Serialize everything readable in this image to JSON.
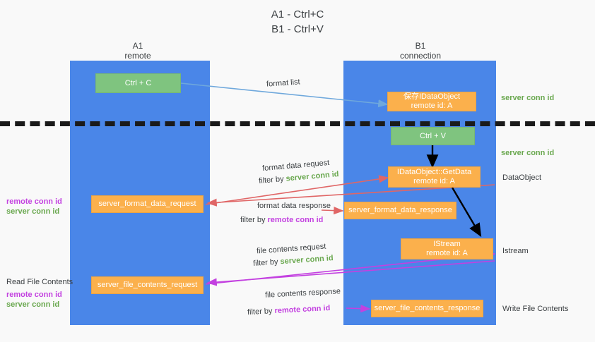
{
  "title": "A1 - Ctrl+C\nB1 - Ctrl+V",
  "lanes": [
    {
      "name": "A1",
      "sub": "remote"
    },
    {
      "name": "B1",
      "sub": "connection"
    }
  ],
  "nodes": [
    {
      "id": "ctrl-c",
      "line1": "Ctrl + C",
      "line2": "",
      "color": "#7fc47f"
    },
    {
      "id": "save-idataobject",
      "line1": "保存IDataObject",
      "line2": "remote id: A",
      "color": "#fbb04c"
    },
    {
      "id": "ctrl-v",
      "line1": "Ctrl + V",
      "line2": "",
      "color": "#7fc47f"
    },
    {
      "id": "idataobject-getdata",
      "line1": "IDataObject::GetData",
      "line2": "remote id: A",
      "color": "#fbb04c"
    },
    {
      "id": "server-format-data-request",
      "line1": "server_format_data_request",
      "line2": "",
      "color": "#fbb04c"
    },
    {
      "id": "server-format-data-response",
      "line1": "server_format_data_response",
      "line2": "",
      "color": "#fbb04c"
    },
    {
      "id": "istream",
      "line1": "IStream",
      "line2": "remote id: A",
      "color": "#fbb04c"
    },
    {
      "id": "server-file-contents-request",
      "line1": "server_file_contents_request",
      "line2": "",
      "color": "#fbb04c"
    },
    {
      "id": "server-file-contents-response",
      "line1": "server_file_contents_response",
      "line2": "",
      "color": "#fbb04c"
    }
  ],
  "edge_labels": {
    "format_list": "format list",
    "format_data_request": "format data request",
    "format_data_response": "format data response",
    "file_contents_request": "file contents request",
    "file_contents_response": "file contents response",
    "filter_by": "filter by ",
    "server_conn_id": "server conn id",
    "remote_conn_id": "remote conn id"
  },
  "side_labels": {
    "right_server_conn_id_top": "server conn id",
    "right_server_conn_id_mid": "server conn id",
    "right_dataobject": "DataObject",
    "right_istream": "Istream",
    "right_write_file_contents": "Write File Contents",
    "left_remote_conn_id_1": "remote conn id",
    "left_server_conn_id_1": "server conn id",
    "left_read_file_contents": "Read File Contents",
    "left_remote_conn_id_2": "remote conn id",
    "left_server_conn_id_2": "server conn id"
  },
  "colors": {
    "lane": "#4a86e8",
    "green_node": "#7fc47f",
    "orange_node": "#fbb04c",
    "green_text": "#6aa84f",
    "purple_text": "#c341e0",
    "arrow_blue": "#6fa8dc",
    "arrow_red": "#e06666",
    "arrow_magenta": "#c341e0",
    "arrow_black": "#000000",
    "background": "#f9f9f9"
  }
}
